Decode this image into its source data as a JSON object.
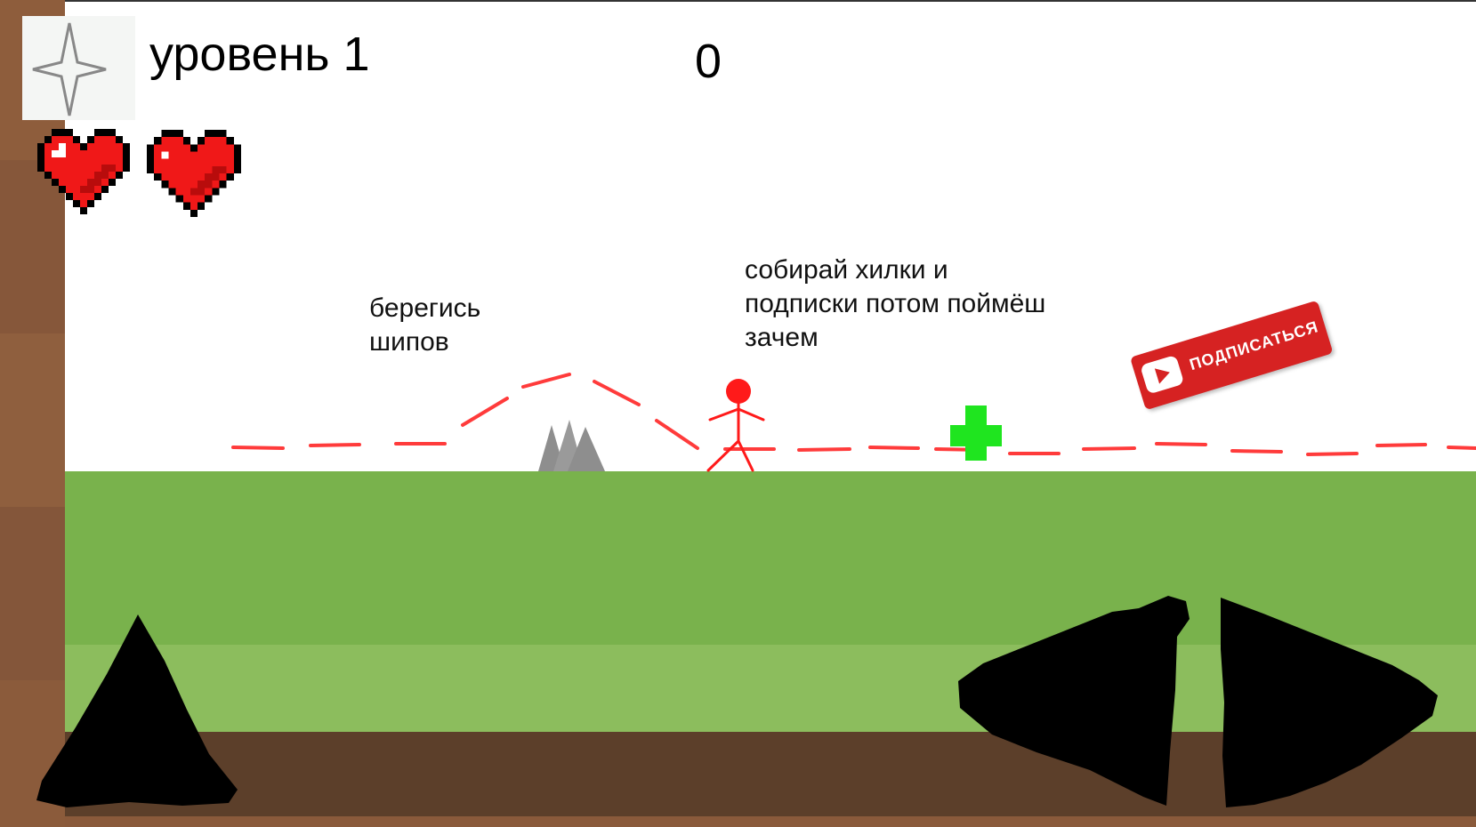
{
  "hud": {
    "level_label": "уровень 1",
    "score": "0",
    "lives": 2,
    "pause_icon": "star-icon"
  },
  "hints": {
    "spikes": "берегись\nшипов",
    "collect": "собирай хилки и\nподписки потом поймёш\nзачем"
  },
  "pickups": {
    "subscribe_label": "ПОДПИСАТЬСЯ",
    "health_icon": "plus-icon",
    "subscribe_icon": "play-icon"
  },
  "controls": {
    "jump_icon": "triangle-up-icon",
    "left_icon": "triangle-left-icon",
    "right_icon": "triangle-right-icon"
  },
  "colors": {
    "grass_top": "#79b24c",
    "grass_bottom": "#8cbd5d",
    "dirt": "#5c3f2a",
    "wall": "#8a5a3b",
    "player": "#ff1a1a",
    "path": "#ff3b3b",
    "health": "#1fe51f",
    "spikes": "#8e8e8e",
    "subscribe": "#d62222"
  }
}
